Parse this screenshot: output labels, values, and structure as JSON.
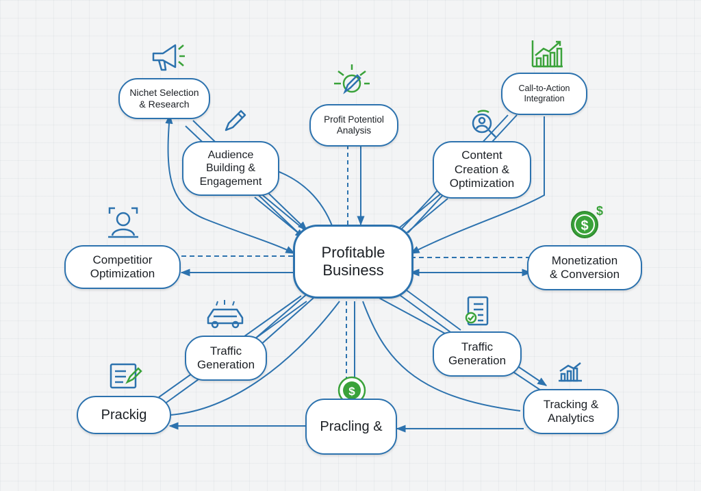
{
  "center": {
    "line1": "Profitable",
    "line2": "Business"
  },
  "nodes": {
    "niche": {
      "line1": "Nichet Selection",
      "line2": "& Research"
    },
    "profit": {
      "line1": "Profit Potentiol",
      "line2": "Analysis"
    },
    "cta": {
      "line1": "Call-to-Action",
      "line2": "Integration"
    },
    "audience": {
      "line1": "Audience",
      "line2": "Building &",
      "line3": "Engagement"
    },
    "content": {
      "line1": "Content",
      "line2": "Creation &",
      "line3": "Optimization"
    },
    "competitor": {
      "line1": "Competitior",
      "line2": "Optimization"
    },
    "monetization": {
      "line1": "Monetization",
      "line2": "& Conversion"
    },
    "traffic_left": {
      "line1": "Traffic",
      "line2": "Generation"
    },
    "traffic_right": {
      "line1": "Traffic",
      "line2": "Generation"
    },
    "prackig": {
      "line1": "Prackig"
    },
    "pracling": {
      "line1": "Pracling &"
    },
    "tracking": {
      "line1": "Tracking &",
      "line2": "Analytics"
    }
  },
  "colors": {
    "line": "#2c72ae",
    "icon_blue": "#2c72ae",
    "icon_green": "#3aa23a",
    "background": "#f3f4f5"
  },
  "icons": [
    "megaphone-icon",
    "pen-icon",
    "target-pencil-icon",
    "growth-chart-icon",
    "magnifier-person-icon",
    "person-frame-icon",
    "dollar-coin-icon",
    "car-icon",
    "checklist-icon",
    "document-pen-icon",
    "dollar-coin-small-icon",
    "bar-chart-icon"
  ]
}
